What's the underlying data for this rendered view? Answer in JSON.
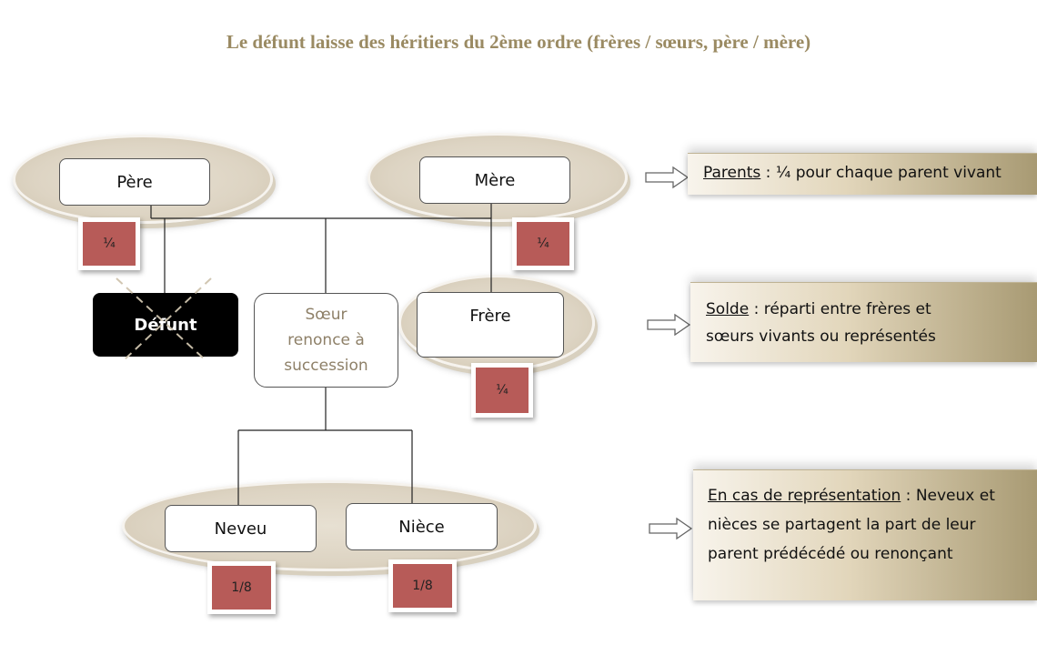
{
  "title": "Le défunt laisse des héritiers du 2ème ordre (frères / sœurs, père / mère)",
  "nodes": {
    "pere": "Père",
    "mere": "Mère",
    "defunt": "Défunt",
    "soeur_line1": "Sœur",
    "soeur_line2": "renonce à",
    "soeur_line3": "succession",
    "frere": "Frère",
    "neveu": "Neveu",
    "niece": "Nièce"
  },
  "shares": {
    "pere": "¼",
    "mere": "¼",
    "frere": "¼",
    "neveu": "1/8",
    "niece": "1/8"
  },
  "notes": {
    "parents_label": "Parents",
    "parents_text": " : ¼  pour chaque parent vivant",
    "solde_label": "Solde",
    "solde_text1": " : réparti entre  frères et",
    "solde_text2": "sœurs vivants ou représentés",
    "repr_label": "En cas de représentation",
    "repr_text1": " : Neveux et",
    "repr_text2": "nièces se partagent la part de leur",
    "repr_text3": "parent prédécédé ou renonçant"
  },
  "colors": {
    "title": "#9a8a62",
    "badge": "#b75b58",
    "ellipse": "#ddd4c3",
    "defunt_bg": "#000000"
  }
}
